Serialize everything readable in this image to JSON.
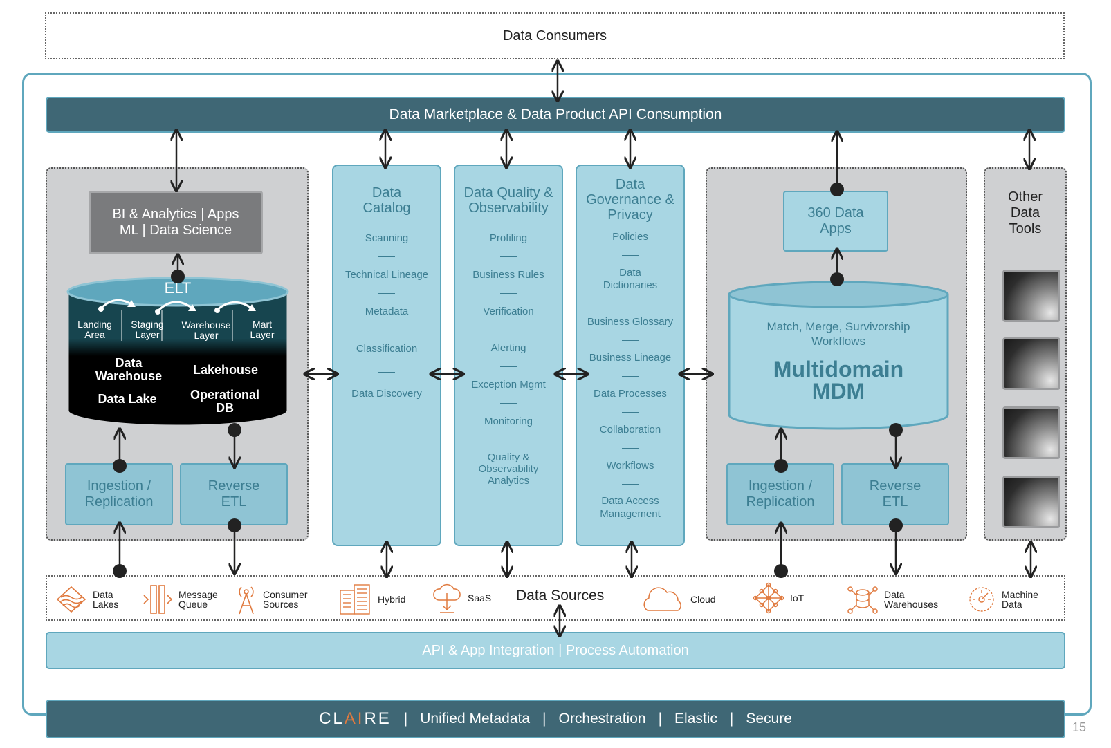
{
  "consumers": {
    "label": "Data Consumers"
  },
  "marketplace": {
    "label": "Data Marketplace & Data Product API Consumption"
  },
  "bi": {
    "line1": "BI & Analytics | Apps",
    "line2": "ML | Data Science"
  },
  "elt": {
    "title": "ELT",
    "layers": [
      "Landing\nArea",
      "Staging\nLayer",
      "Warehouse\nLayer",
      "Mart\nLayer"
    ],
    "stores": {
      "dw": "Data\nWarehouse",
      "lakehouse": "Lakehouse",
      "lake": "Data Lake",
      "opdb": "Operational\nDB"
    }
  },
  "left_ingestion": {
    "line1": "Ingestion /",
    "line2": "Replication"
  },
  "left_reverse": {
    "line1": "Reverse",
    "line2": "ETL"
  },
  "catalog": {
    "title1": "Data",
    "title2": "Catalog",
    "items": [
      "Scanning",
      "Technical Lineage",
      "Metadata",
      "Classification",
      "Data Discovery"
    ]
  },
  "quality": {
    "title1": "Data Quality &",
    "title2": "Observability",
    "items": [
      "Profiling",
      "Business Rules",
      "Verification",
      "Alerting",
      "Exception Mgmt",
      "Monitoring",
      "Quality &\nObservability\nAnalytics"
    ]
  },
  "governance": {
    "title1": "Data",
    "title2": "Governance &",
    "title3": "Privacy",
    "items": [
      "Policies",
      "Data\nDictionaries",
      "Business Glossary",
      "Business Lineage",
      "Data Processes",
      "Collaboration",
      "Workflows",
      "Data Access\nManagement"
    ]
  },
  "apps360": {
    "line1": "360 Data",
    "line2": "Apps"
  },
  "mdm": {
    "sub1": "Match, Merge, Survivorship",
    "sub2": "Workflows",
    "title1": "Multidomain",
    "title2": "MDM"
  },
  "right_ingestion": {
    "line1": "Ingestion /",
    "line2": "Replication"
  },
  "right_reverse": {
    "line1": "Reverse",
    "line2": "ETL"
  },
  "other": {
    "line1": "Other",
    "line2": "Data",
    "line3": "Tools"
  },
  "sources": {
    "title": "Data Sources",
    "items": [
      {
        "label": "Data\nLakes",
        "icon": "data-lakes-icon"
      },
      {
        "label": "Message\nQueue",
        "icon": "message-queue-icon"
      },
      {
        "label": "Consumer\nSources",
        "icon": "consumer-sources-icon"
      },
      {
        "label": "Hybrid",
        "icon": "hybrid-icon"
      },
      {
        "label": "SaaS",
        "icon": "saas-icon"
      },
      {
        "label": "Cloud",
        "icon": "cloud-icon"
      },
      {
        "label": "IoT",
        "icon": "iot-icon"
      },
      {
        "label": "Data\nWarehouses",
        "icon": "data-warehouses-icon"
      },
      {
        "label": "Machine\nData",
        "icon": "machine-data-icon"
      }
    ]
  },
  "api": {
    "label": "API & App Integration | Process Automation"
  },
  "footer": {
    "brand_a": "CL",
    "brand_ai": "AI",
    "brand_re": "RE",
    "sep": "|",
    "items": [
      "Unified Metadata",
      "Orchestration",
      "Elastic",
      "Secure"
    ]
  },
  "page_number": "15",
  "colors": {
    "dark_teal": "#3f6775",
    "light_blue": "#a8d6e3",
    "border_blue": "#5fa7bd",
    "text_teal": "#3c7e92",
    "orange": "#e07a3f"
  }
}
